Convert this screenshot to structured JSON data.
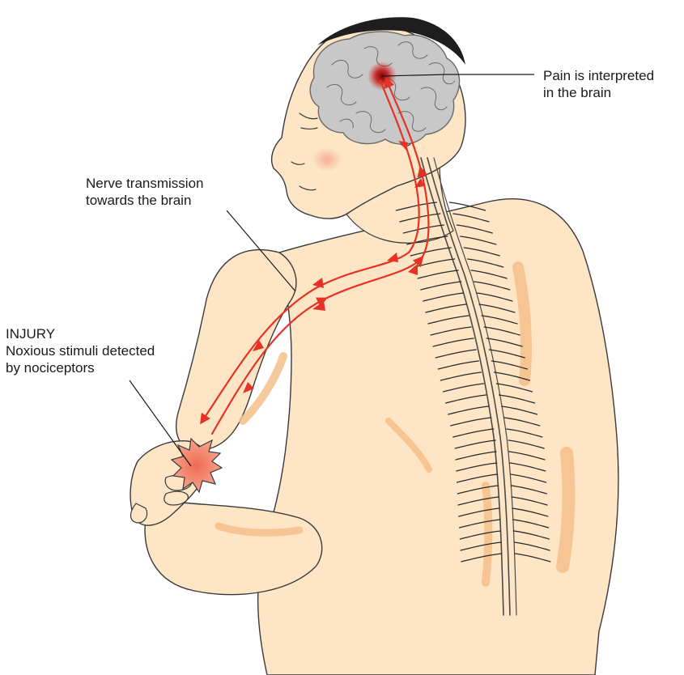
{
  "labels": {
    "brain": [
      "Pain is interpreted",
      "in the brain"
    ],
    "nerve": [
      "Nerve transmission",
      "towards the brain"
    ],
    "injury": [
      "INJURY",
      "Noxious stimuli detected",
      "by nociceptors"
    ]
  },
  "colors": {
    "skin": "#fde5c6",
    "skin_shadow": "#f5c08a",
    "brain": "#c8c8c8",
    "brain_outline": "#6a6a6a",
    "nerve_signal": "#e53224",
    "pain_focus": "#8b0000",
    "spine": "#4a4a4a",
    "hair": "#1e1e1e",
    "injury": "#f7a38c",
    "leader_line": "#1a1a1a"
  }
}
